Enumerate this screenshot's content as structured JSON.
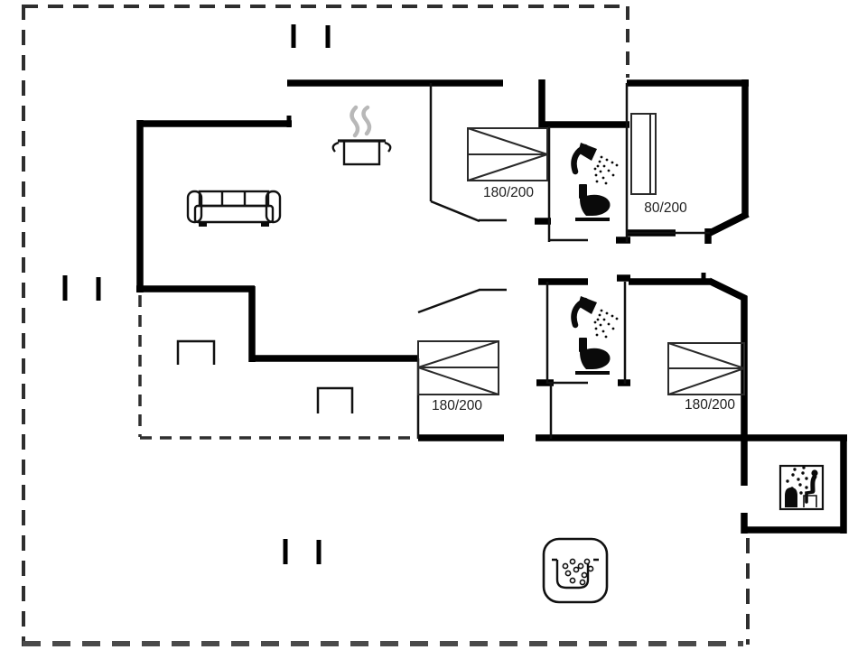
{
  "plan": {
    "type": "house-floor-plan",
    "background": "#ffffff",
    "wall_color": "#000000",
    "boundary_color": "#2e2e2e",
    "steam_color": "#b8b8b8"
  },
  "labels": {
    "bed_top": "180/200",
    "bed_single": "80/200",
    "bed_lower_left": "180/200",
    "bed_lower_right": "180/200"
  },
  "icons": [
    {
      "name": "sofa-icon",
      "meaning": "living room sofa"
    },
    {
      "name": "cooking-pot-icon",
      "meaning": "kitchen / stove"
    },
    {
      "name": "steam-icon",
      "meaning": "steam over pot"
    },
    {
      "name": "shower-icon",
      "meaning": "bathroom shower"
    },
    {
      "name": "toilet-icon",
      "meaning": "bathroom toilet"
    },
    {
      "name": "sauna-icon",
      "meaning": "sauna room"
    },
    {
      "name": "hot-tub-icon",
      "meaning": "outdoor hot tub"
    },
    {
      "name": "step-marks-icon",
      "meaning": "terrace entrance marks"
    }
  ]
}
